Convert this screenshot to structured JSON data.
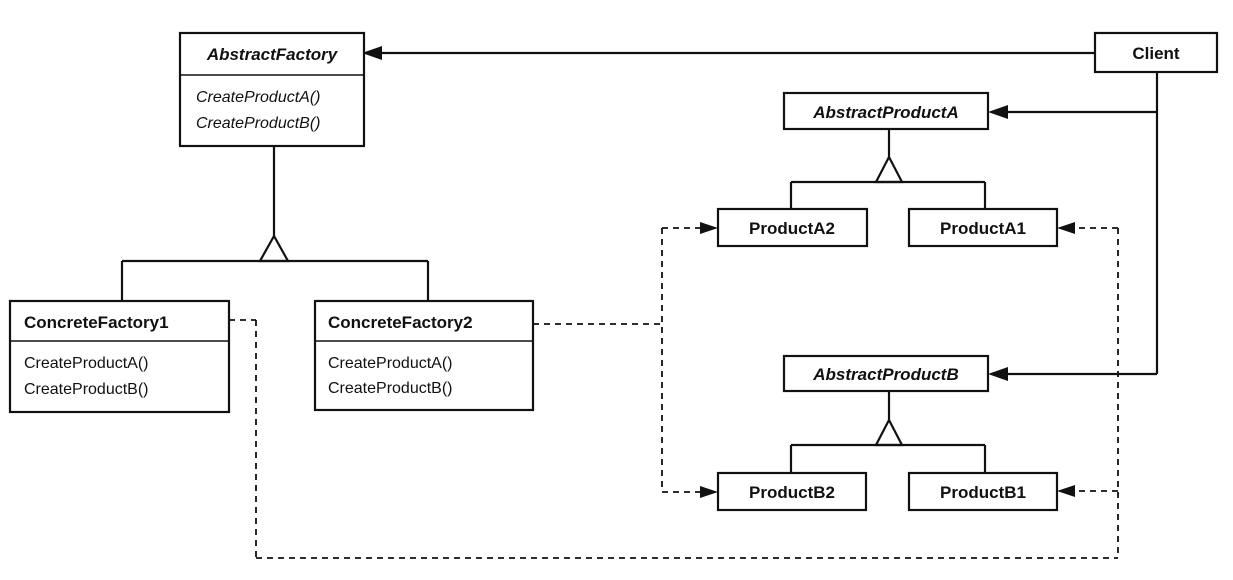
{
  "classes": {
    "abstract_factory": {
      "name": "AbstractFactory",
      "operations": [
        "CreateProductA()",
        "CreateProductB()"
      ]
    },
    "client": {
      "name": "Client"
    },
    "abstract_product_a": {
      "name": "AbstractProductA"
    },
    "product_a2": {
      "name": "ProductA2"
    },
    "product_a1": {
      "name": "ProductA1"
    },
    "concrete_factory1": {
      "name": "ConcreteFactory1",
      "operations": [
        "CreateProductA()",
        "CreateProductB()"
      ]
    },
    "concrete_factory2": {
      "name": "ConcreteFactory2",
      "operations": [
        "CreateProductA()",
        "CreateProductB()"
      ]
    },
    "abstract_product_b": {
      "name": "AbstractProductB"
    },
    "product_b2": {
      "name": "ProductB2"
    },
    "product_b1": {
      "name": "ProductB1"
    }
  },
  "colors": {
    "ink": "#111111",
    "background": "#ffffff"
  }
}
